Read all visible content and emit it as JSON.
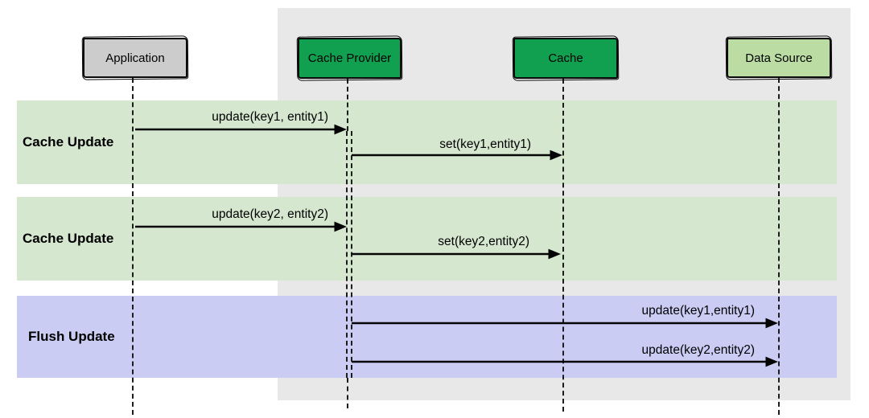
{
  "diagram_type": "sequence-diagram",
  "actors": [
    {
      "name": "Application",
      "fill": "#cccccc"
    },
    {
      "name": "Cache Provider",
      "fill": "#10a050"
    },
    {
      "name": "Cache",
      "fill": "#10a050"
    },
    {
      "name": "Data Source",
      "fill": "#bbdda4"
    }
  ],
  "sections": [
    {
      "label": "Cache Update",
      "color": "#d6e7d0"
    },
    {
      "label": "Cache Update",
      "color": "#d6e7d0"
    },
    {
      "label": "Flush Update",
      "color": "#cbccf4"
    }
  ],
  "messages": [
    {
      "label": "update(key1, entity1)",
      "from": "Application",
      "to": "Cache Provider",
      "section": 0
    },
    {
      "label": "set(key1,entity1)",
      "from": "Cache Provider",
      "to": "Cache",
      "section": 0
    },
    {
      "label": "update(key2, entity2)",
      "from": "Application",
      "to": "Cache Provider",
      "section": 1
    },
    {
      "label": "set(key2,entity2)",
      "from": "Cache Provider",
      "to": "Cache",
      "section": 1
    },
    {
      "label": "update(key1,entity1)",
      "from": "Cache Provider",
      "to": "Data Source",
      "section": 2
    },
    {
      "label": "update(key2,entity2)",
      "from": "Cache Provider",
      "to": "Data Source",
      "section": 2
    }
  ],
  "colors": {
    "backdrop": "#e8e8e8",
    "section_cache_update": "#d6e7d0",
    "section_flush_update": "#cbccf4",
    "actor_application": "#cccccc",
    "actor_cache_provider": "#10a050",
    "actor_cache": "#10a050",
    "actor_data_source": "#bbdda4",
    "stroke": "#0a0a0a",
    "page_background": "#ffffff"
  }
}
